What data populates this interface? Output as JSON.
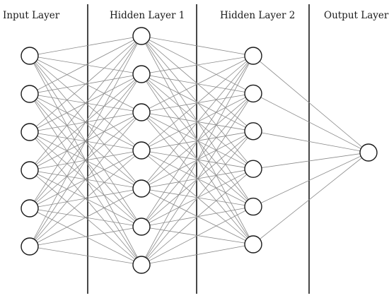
{
  "layers": [
    {
      "label": "Input Layer",
      "nodes": 6
    },
    {
      "label": "Hidden Layer 1",
      "nodes": 7
    },
    {
      "label": "Hidden Layer 2",
      "nodes": 6
    },
    {
      "label": "Output Layer",
      "nodes": 1
    }
  ],
  "colors": {
    "edge": "#8a8a8a",
    "node_stroke": "#1a1a1a",
    "node_fill": "#ffffff",
    "divider": "#1a1a1a",
    "text": "#1a1a1a"
  }
}
